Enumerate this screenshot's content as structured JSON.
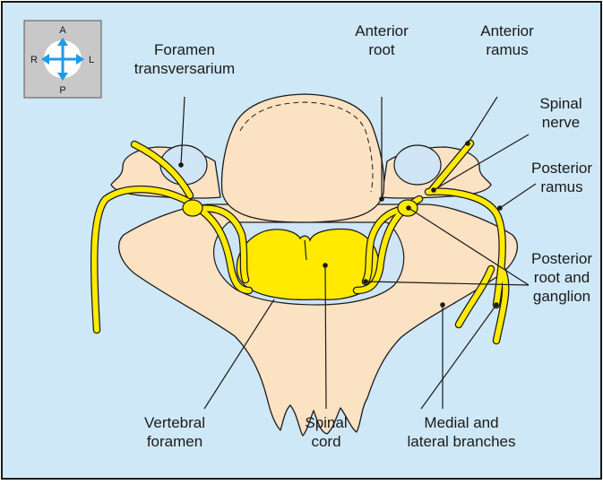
{
  "colors": {
    "background": "#cfe8f7",
    "bone": "#fbe2c2",
    "nerve": "#ffea00",
    "compass_bg": "#c8c8c8",
    "compass_arrow": "#1e9be8"
  },
  "compass": {
    "top": "A",
    "bottom": "P",
    "left": "R",
    "right": "L"
  },
  "labels": {
    "foramen_transversarium": [
      "Foramen",
      "transversarium"
    ],
    "anterior_root": [
      "Anterior",
      "root"
    ],
    "anterior_ramus": [
      "Anterior",
      "ramus"
    ],
    "spinal_nerve": [
      "Spinal",
      "nerve"
    ],
    "posterior_ramus": [
      "Posterior",
      "ramus"
    ],
    "posterior_root_ganglion": [
      "Posterior",
      "root and",
      "ganglion"
    ],
    "vertebral_foramen": [
      "Vertebral",
      "foramen"
    ],
    "spinal_cord": [
      "Spinal",
      "cord"
    ],
    "medial_lateral_branches": [
      "Medial and",
      "lateral branches"
    ]
  }
}
